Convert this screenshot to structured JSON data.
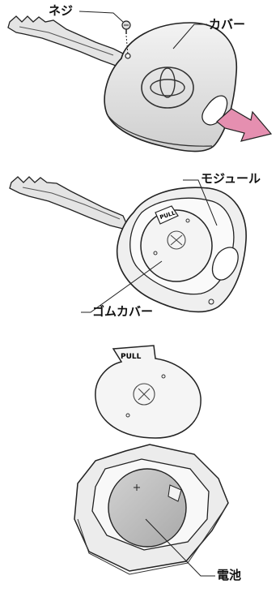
{
  "labels": {
    "screw": "ネジ",
    "cover": "カバー",
    "module": "モジュール",
    "rubber_cover": "ゴムカバー",
    "battery": "電池"
  },
  "tabs": {
    "pull_upper": "PULL",
    "pull_lower": "PULL"
  },
  "colors": {
    "arrow": "#e58fb0",
    "battery": "#bdbdbd",
    "line": "#222222"
  }
}
